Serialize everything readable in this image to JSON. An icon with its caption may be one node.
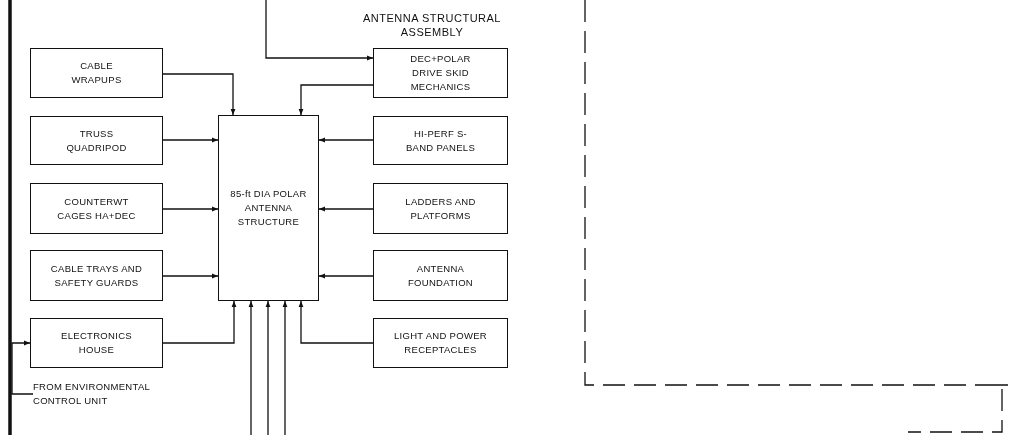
{
  "diagram": {
    "nodes": [
      {
        "text": [
          "CABLE WRAPUPS"
        ]
      },
      {
        "text": [
          "DEC+POLAR DRIVE SKID MECHANICS"
        ]
      },
      {
        "text": [
          "TRUSS QUADRIPOD"
        ]
      },
      {
        "text": [
          "85-ft DIA POLAR ANTENNA STRUCTURE"
        ]
      },
      {
        "text": [
          "HI-PERF S-BAND PANELS"
        ]
      },
      {
        "text": [
          "COUNTERWT CAGES HA+DEC"
        ]
      },
      {
        "text": [
          "LADDERS AND PLATFORMS"
        ]
      },
      {
        "text": [
          "CABLE TRAYS AND SAFETY GUARDS"
        ]
      },
      {
        "text": [
          "ANTENNA FOUNDATION"
        ]
      },
      {
        "text": [
          "ELECTRONICS HOUSE"
        ]
      },
      {
        "text": [
          "LIGHT AND POWER RECEPTACLES"
        ]
      },
      {
        "text": [
          "FROM ENVIRONMENTAL CONTROL UNIT"
        ]
      }
    ],
    "edges": [
      {
        "from": null,
        "to": 1,
        "arrow": "to"
      },
      {
        "from": 0,
        "to": 3,
        "arrow": "to"
      },
      {
        "from": 1,
        "to": 3,
        "arrow": "to"
      },
      {
        "from": 2,
        "to": 3,
        "arrow": "to"
      },
      {
        "from": 4,
        "to": 3,
        "arrow": "to"
      },
      {
        "from": 5,
        "to": 3,
        "arrow": "to"
      },
      {
        "from": 6,
        "to": 3,
        "arrow": "to"
      },
      {
        "from": 7,
        "to": 3,
        "arrow": "to"
      },
      {
        "from": 8,
        "to": 3,
        "arrow": "to"
      },
      {
        "from": 9,
        "to": 3,
        "arrow": "to"
      },
      {
        "from": 10,
        "to": 3,
        "arrow": "to"
      },
      {
        "from": null,
        "to": 3,
        "arrow": "to"
      },
      {
        "from": null,
        "to": 3,
        "arrow": "to"
      },
      {
        "from": null,
        "to": 3,
        "arrow": "to"
      },
      {
        "from": 11,
        "to": 9,
        "arrow": "to"
      }
    ],
    "labels": [
      "ANTENNA STRUCTURAL ASSEMBLY"
    ]
  }
}
